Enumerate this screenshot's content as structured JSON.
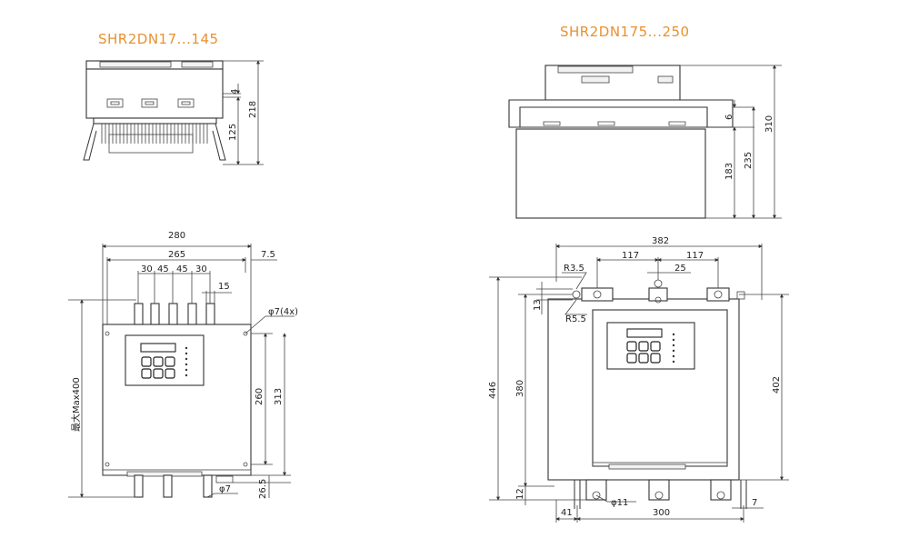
{
  "titles": {
    "left": "SHR2DN17...145",
    "right": "SHR2DN175...250"
  },
  "left_side_view": {
    "dims": {
      "d4": "4",
      "d125": "125",
      "d218": "218"
    }
  },
  "right_side_view": {
    "dims": {
      "d6": "6",
      "d183": "183",
      "d235": "235",
      "d310": "310"
    }
  },
  "left_front_view": {
    "dims": {
      "d280": "280",
      "d265": "265",
      "d7_5": "7.5",
      "d30a": "30",
      "d45a": "45",
      "d45b": "45",
      "d30b": "30",
      "d15": "15",
      "phi7_4x": "φ7(4x)",
      "d260": "260",
      "d313": "313",
      "d26_5": "26.5",
      "phi7": "φ7",
      "max400": "最大Max400"
    }
  },
  "right_front_view": {
    "dims": {
      "d382": "382",
      "d117a": "117",
      "d117b": "117",
      "d25": "25",
      "r3_5": "R3.5",
      "r5_5": "R5.5",
      "d13": "13",
      "d446": "446",
      "d380": "380",
      "d402": "402",
      "d12": "12",
      "phi11": "φ11",
      "d41": "41",
      "d300": "300",
      "d7": "7"
    }
  },
  "colors": {
    "title": "#e8912f",
    "line": "#333333"
  }
}
